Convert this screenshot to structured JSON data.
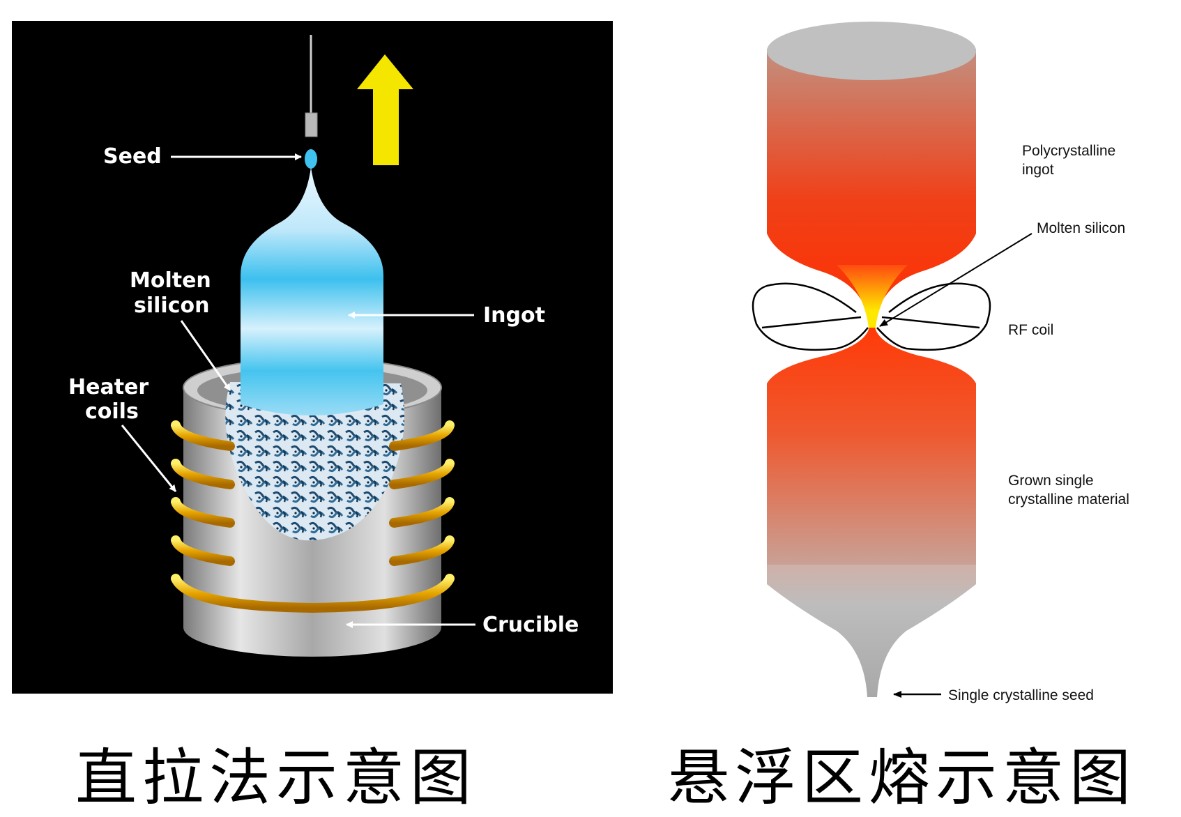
{
  "czochralski": {
    "labels": {
      "seed": "Seed",
      "molten_line1": "Molten",
      "molten_line2": "silicon",
      "ingot": "Ingot",
      "heater_line1": "Heater",
      "heater_line2": "coils",
      "crucible": "Crucible"
    },
    "caption": "直拉法示意图"
  },
  "float_zone": {
    "labels": {
      "poly_line1": "Polycrystalline",
      "poly_line2": "ingot",
      "molten": "Molten silicon",
      "rf_coil": "RF coil",
      "grown_line1": "Grown single",
      "grown_line2": "crystalline material",
      "seed": "Single crystalline seed"
    },
    "caption": "悬浮区熔示意图"
  },
  "colors": {
    "cz_background": "#000000",
    "pull_arrow": "#f5e600",
    "ingot_blue": "#29b6e8",
    "heater_coil": "#e0a800",
    "fz_red": "#f03010",
    "fz_yellow": "#ffe000",
    "fz_grey": "#b8b8b8"
  },
  "icons": {
    "pull_direction": "up-arrow-icon"
  }
}
